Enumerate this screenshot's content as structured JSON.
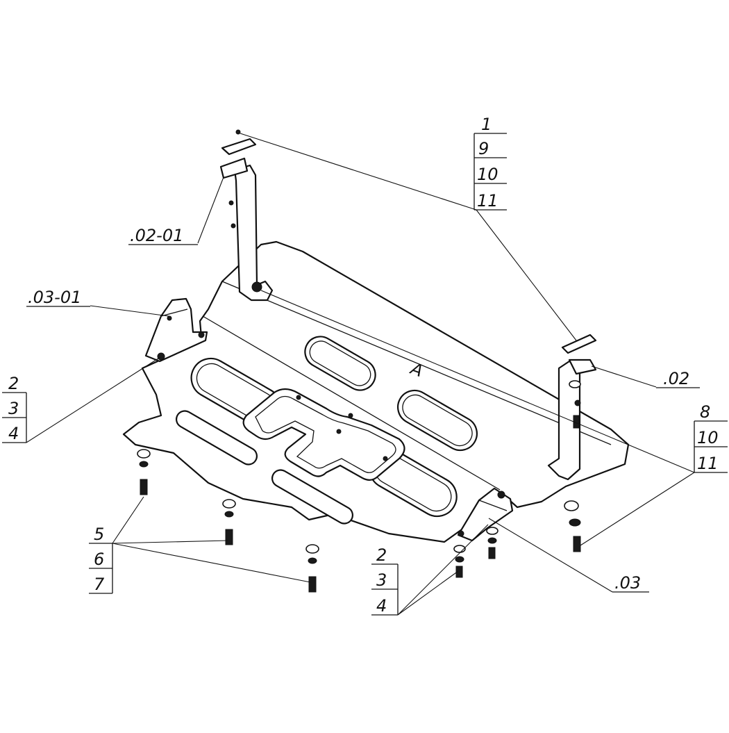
{
  "callouts": {
    "top_right_stack": [
      "1",
      "9",
      "10",
      "11"
    ],
    "part_02_01": ".02-01",
    "part_03_01": ".03-01",
    "part_02": ".02",
    "part_03": ".03",
    "right_stack": [
      "8",
      "10",
      "11"
    ],
    "left_stack": [
      "2",
      "3",
      "4"
    ],
    "bottom_left_stack": [
      "5",
      "6",
      "7"
    ],
    "bottom_center_stack": [
      "2",
      "3",
      "4"
    ]
  },
  "plate_mark": "A"
}
